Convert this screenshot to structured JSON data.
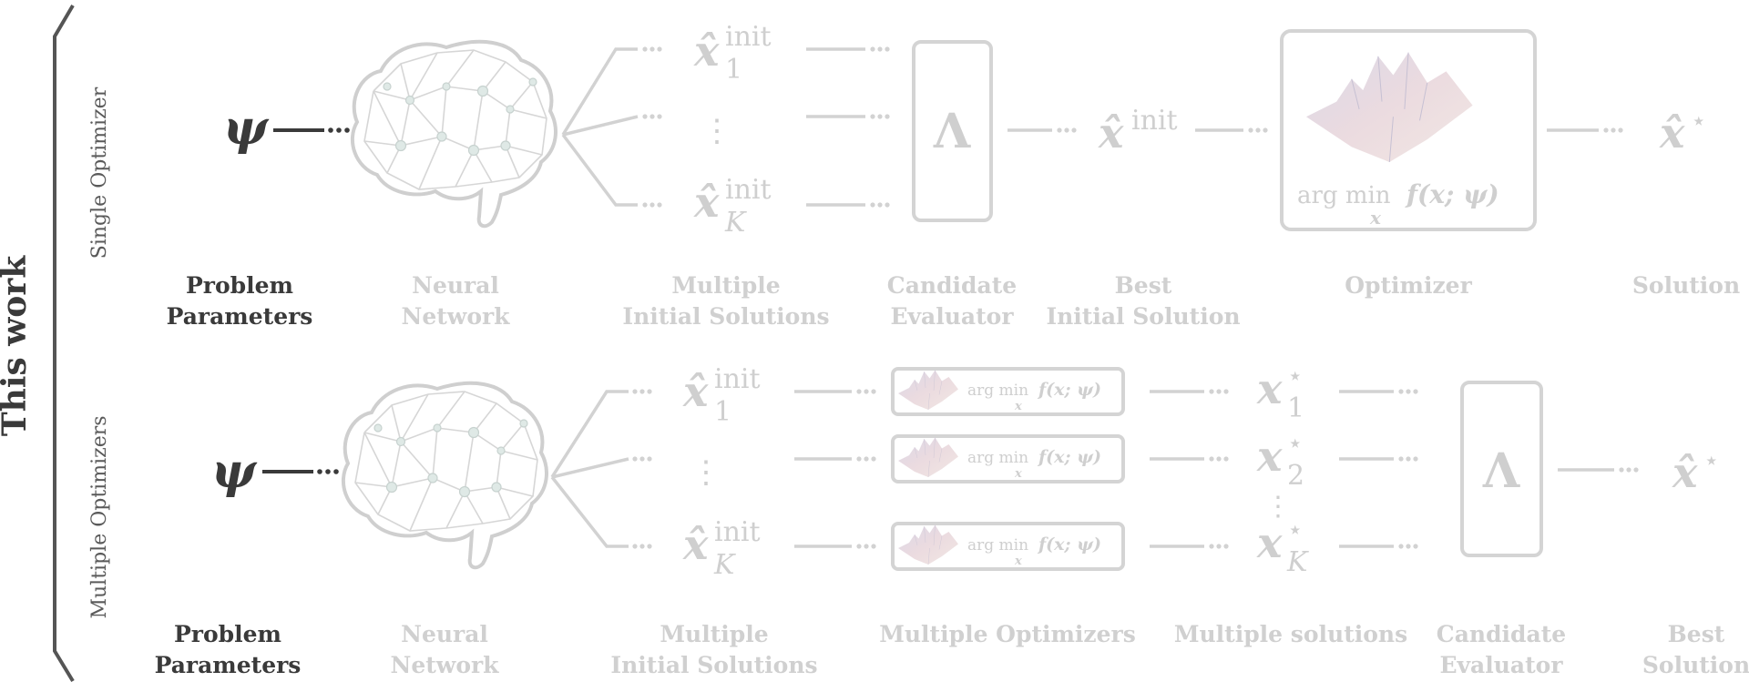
{
  "side_labels": {
    "outer": "This work",
    "row1": "Single Optimizer",
    "row2": "Multiple Optimizers"
  },
  "row1": {
    "captions": {
      "params_l1": "Problem",
      "params_l2": "Parameters",
      "nn_l1": "Neural",
      "nn_l2": "Network",
      "init_l1": "Multiple",
      "init_l2": "Initial Solutions",
      "eval_l1": "Candidate",
      "eval_l2": "Evaluator",
      "best_l1": "Best",
      "best_l2": "Initial Solution",
      "opt": "Optimizer",
      "sol": "Solution"
    },
    "math": {
      "psi": "ψ",
      "x1": "x̂",
      "x1_sub": "1",
      "x1_sup": "init",
      "dots": "⋮",
      "xk": "x̂",
      "xk_sub": "K",
      "xk_sup": "init",
      "lambda": "Λ",
      "xbest": "x̂",
      "xbest_sup": "init",
      "argmin": "arg min",
      "argmin_sub": "x",
      "argmin_f": "f(x; ψ)",
      "xstar": "x̂",
      "xstar_sup": "⋆"
    }
  },
  "row2": {
    "captions": {
      "params_l1": "Problem",
      "params_l2": "Parameters",
      "nn_l1": "Neural",
      "nn_l2": "Network",
      "init_l1": "Multiple",
      "init_l2": "Initial Solutions",
      "opts": "Multiple Optimizers",
      "sols": "Multiple solutions",
      "eval_l1": "Candidate",
      "eval_l2": "Evaluator",
      "best_l1": "Best",
      "best_l2": "Solution"
    },
    "math": {
      "psi": "ψ",
      "x1": "x̂",
      "x1_sub": "1",
      "x1_sup": "init",
      "dots": "⋮",
      "xk": "x̂",
      "xk_sub": "K",
      "xk_sup": "init",
      "argmin": "arg min",
      "argmin_sub": "x",
      "argmin_f": "f(x; ψ)",
      "s1": "x",
      "s1_sub": "1",
      "s1_sup": "⋆",
      "s2": "x",
      "s2_sub": "2",
      "s2_sup": "⋆",
      "sdots": "⋮",
      "sk": "x",
      "sk_sub": "K",
      "sk_sup": "⋆",
      "lambda": "Λ",
      "xstar": "x̂",
      "xstar_sup": "⋆"
    }
  }
}
